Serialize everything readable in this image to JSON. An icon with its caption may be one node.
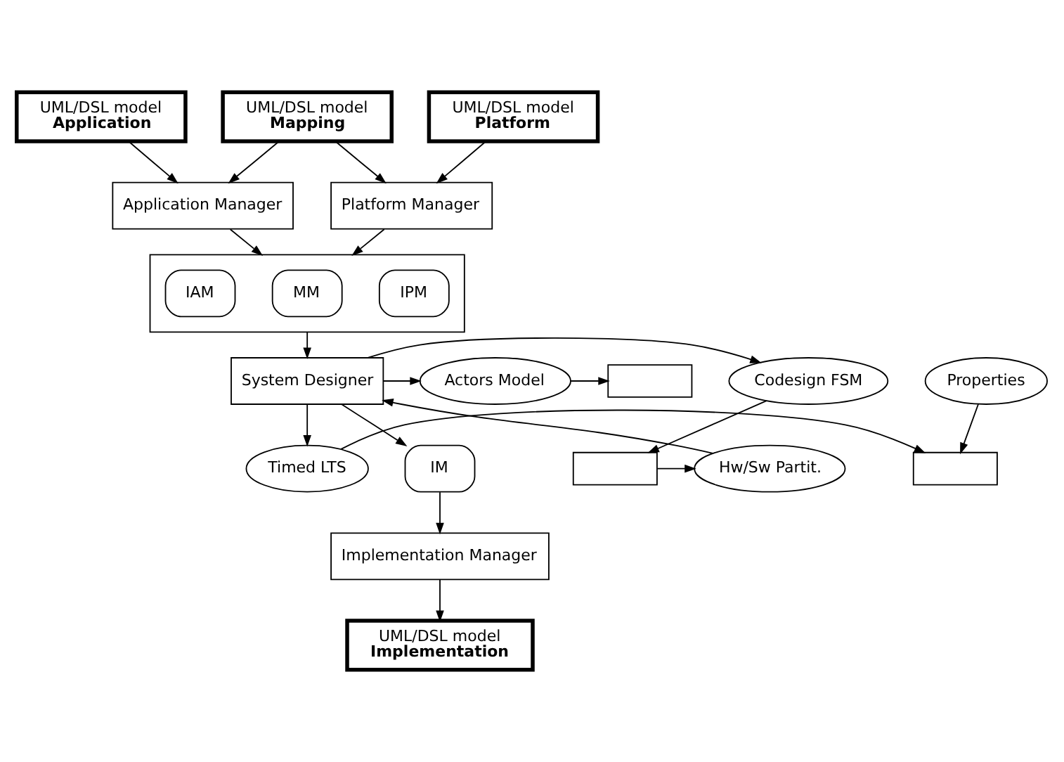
{
  "diagram": {
    "nodes": [
      {
        "text": [
          "UML/DSL model",
          "Application"
        ]
      },
      {
        "text": [
          "UML/DSL model",
          "Mapping"
        ]
      },
      {
        "text": [
          "UML/DSL model",
          "Platform"
        ]
      },
      {
        "text": [
          "Application Manager"
        ]
      },
      {
        "text": [
          "Platform Manager"
        ]
      },
      {
        "text": [],
        "shape": "box"
      },
      {
        "text": [
          "IAM"
        ],
        "in": 5
      },
      {
        "text": [
          "MM"
        ],
        "in": 5
      },
      {
        "text": [
          "IPM"
        ],
        "in": 5
      },
      {
        "text": [],
        "shape": "box"
      },
      {
        "text": [
          "Actors Model"
        ]
      },
      {
        "text": [
          "Codesign FSM"
        ]
      },
      {
        "text": [
          "System Designer"
        ]
      },
      {
        "text": [],
        "shape": "box"
      },
      {
        "text": [],
        "shape": "box"
      },
      {
        "text": [
          "Timed LTS"
        ]
      },
      {
        "text": [
          "Hw/Sw Partit."
        ]
      },
      {
        "text": [
          "IM"
        ]
      },
      {
        "text": [
          "Properties"
        ]
      },
      {
        "text": [
          "Implementation Manager"
        ]
      },
      {
        "text": [
          "UML/DSL model",
          "Implementation"
        ]
      }
    ],
    "edges": [
      {
        "from": 0,
        "to": 3,
        "arrow": "to"
      },
      {
        "from": 1,
        "to": 3,
        "arrow": "to"
      },
      {
        "from": 1,
        "to": 4,
        "arrow": "to"
      },
      {
        "from": 2,
        "to": 4,
        "arrow": "to"
      },
      {
        "from": 3,
        "to": 5,
        "arrow": "to"
      },
      {
        "from": 4,
        "to": 5,
        "arrow": "to"
      },
      {
        "from": 5,
        "to": 12,
        "arrow": "to"
      },
      {
        "from": 12,
        "to": 10,
        "arrow": "to"
      },
      {
        "from": 10,
        "to": 9,
        "arrow": "to"
      },
      {
        "from": 12,
        "to": 11,
        "arrow": "to"
      },
      {
        "from": 11,
        "to": 13,
        "arrow": "to"
      },
      {
        "from": 13,
        "to": 16,
        "arrow": "to"
      },
      {
        "from": 16,
        "to": 12,
        "arrow": "to"
      },
      {
        "from": 12,
        "to": 15,
        "arrow": "to"
      },
      {
        "from": 15,
        "to": 14,
        "arrow": "to"
      },
      {
        "from": 18,
        "to": 14,
        "arrow": "to"
      },
      {
        "from": 12,
        "to": 17,
        "arrow": "to"
      },
      {
        "from": 17,
        "to": 19,
        "arrow": "to"
      },
      {
        "from": 19,
        "to": 20,
        "arrow": "to"
      }
    ]
  }
}
